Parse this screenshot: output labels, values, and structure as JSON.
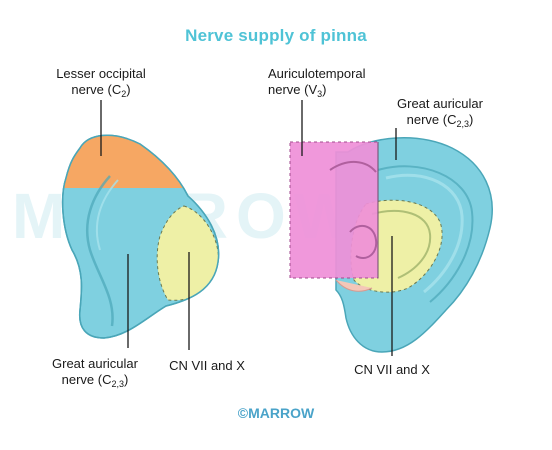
{
  "title": "Nerve supply of pinna",
  "watermark": "MARROW",
  "labels": {
    "lesser_occipital": {
      "line1": "Lesser occipital",
      "line2": "nerve (C",
      "sub": "2",
      "end": ")"
    },
    "great_auricular_left": {
      "line1": "Great auricular",
      "line2": "nerve (C",
      "sub": "2,3",
      "end": ")"
    },
    "cn_left": "CN VII and X",
    "auriculotemporal": {
      "line1": "Auriculotemporal",
      "line2": "nerve (V",
      "sub": "3",
      "end": ")"
    },
    "great_auricular_right": {
      "line1": "Great auricular",
      "line2": "nerve (C",
      "sub": "2,3",
      "end": ")"
    },
    "cn_right": "CN VII and X"
  },
  "copyright": "©MARROW",
  "colors": {
    "title": "#4fc3d6",
    "great_auricular": "#7fd0e0",
    "lesser_occipital": "#f6a763",
    "auriculotemporal": "#ef8fd8",
    "cn_vii_x": "#eef0a6",
    "outline": "#4aa6b8"
  }
}
